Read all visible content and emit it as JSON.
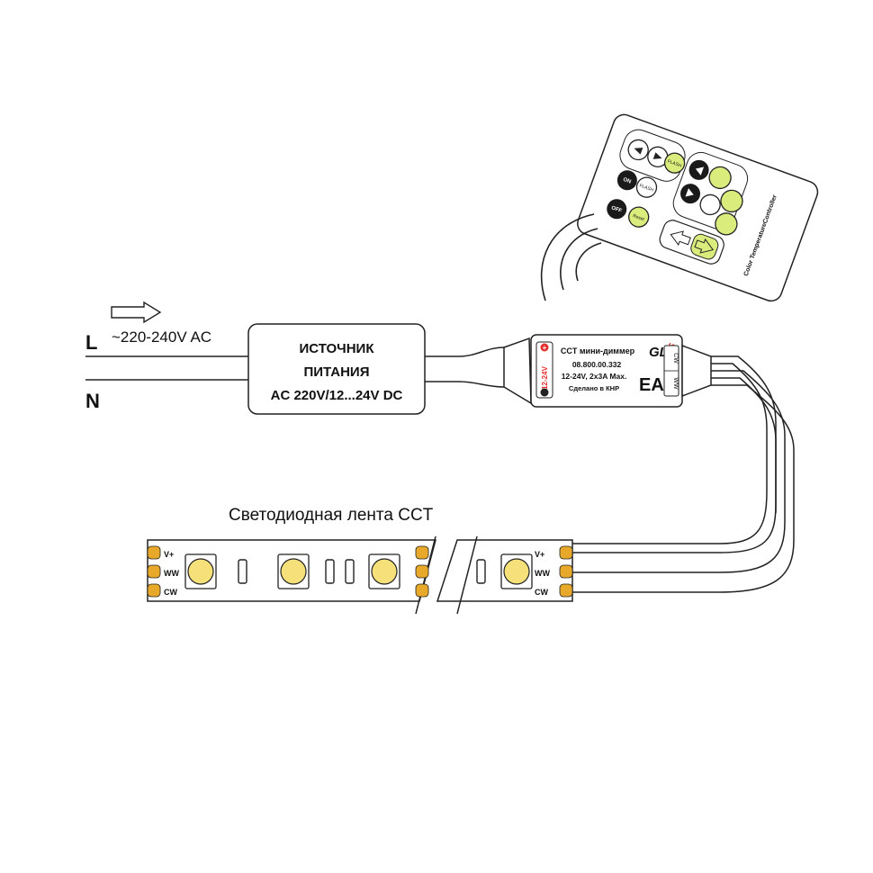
{
  "mains": {
    "line_label": "L",
    "neutral_label": "N",
    "voltage": "~220-240V AC"
  },
  "power_supply": {
    "line1": "ИСТОЧНИК",
    "line2": "ПИТАНИЯ",
    "line3": "AC 220V/12...24V DC"
  },
  "dimmer": {
    "title": "CCT мини-диммер",
    "brand": "GLS",
    "code": "08.800.00.332",
    "rating": "12-24V,  2x3A Max.",
    "made_in": "Сделано в КНР",
    "input": "12-24V",
    "cert": "EAC",
    "cw": "CW",
    "ww": "WW"
  },
  "remote": {
    "name": "Color TemperatureController",
    "on": "ON",
    "off": "OFF",
    "flash": "FLASH",
    "flash2": "FLASH",
    "reset": "Reset"
  },
  "strip": {
    "title": "Светодиодная лента CCT",
    "left_pads": [
      "V+",
      "WW",
      "CW"
    ],
    "right_pads": [
      "V+",
      "WW",
      "CW"
    ]
  },
  "colors": {
    "led": "#f5e07a",
    "pad": "#e8a92a",
    "remote_button": "#d9ec7c",
    "dark_button": "#1a1a1a"
  }
}
